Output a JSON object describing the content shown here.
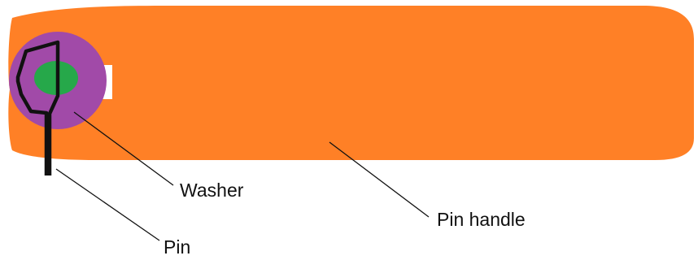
{
  "labels": {
    "washer": "Washer",
    "pin_handle": "Pin handle",
    "pin": "Pin"
  },
  "colors": {
    "handle": "#ff8026",
    "washer": "#a14aa8",
    "hole": "#26a84a",
    "pin": "#111111",
    "leader_line": "#111111",
    "background": "#ffffff"
  }
}
